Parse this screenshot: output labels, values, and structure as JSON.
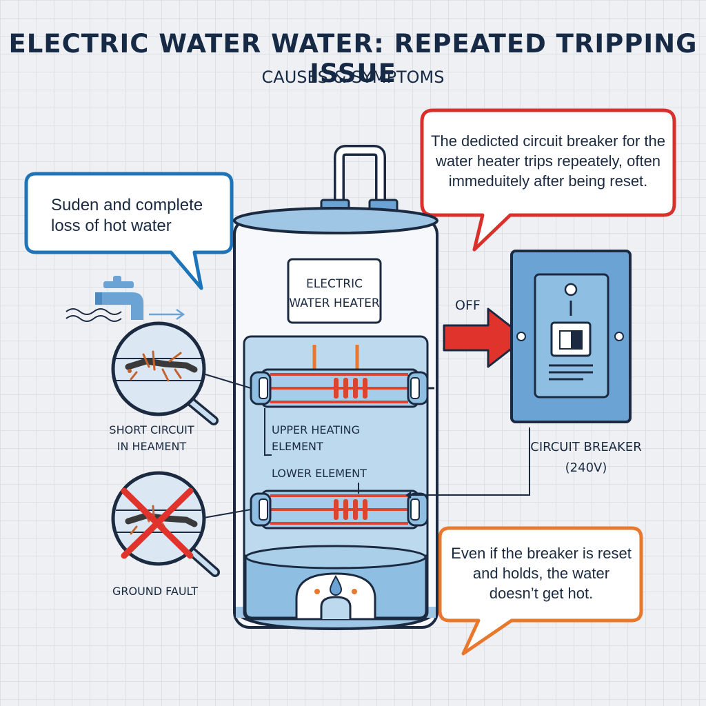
{
  "title": "ELECTRIC WATER WATER: REPEATED TRIPPING ISSUE",
  "subtitle": "CAUSES & SYMPTOMS",
  "bubbles": {
    "left": "Suden and complete loss of hot water",
    "right": "The dedicted circuit breaker for the water heater trips repeately, often immeduitely after being reset.",
    "bottom": "Even if the breaker is reset and holds, the water doesn’t get hot."
  },
  "heater": {
    "label": "ELECTRIC WATER HEATER",
    "upper_element_label": "UPPER HEATING ELEMENT",
    "lower_element_label": "LOWER ELEMENT"
  },
  "faults": {
    "short_circuit_label": "SHORT CIRCUIT IN HEAMENT",
    "ground_fault_label": "GROUND FAULT"
  },
  "breaker": {
    "label_line1": "CIRCUIT BREAKER",
    "label_line2": "(240V)",
    "status": "OFF"
  },
  "colors": {
    "blue_outline": "#1e74b8",
    "red_outline": "#d9302b",
    "orange_outline": "#e8782e",
    "tank_blue": "#b9d8ee",
    "panel_blue": "#6aa3d4",
    "dark_navy": "#1b2a40",
    "heating_red": "#d9452f"
  },
  "icons": [
    "faucet-icon",
    "magnifier-icon",
    "water-drop-icon",
    "arrow-right-icon",
    "x-mark-icon"
  ]
}
